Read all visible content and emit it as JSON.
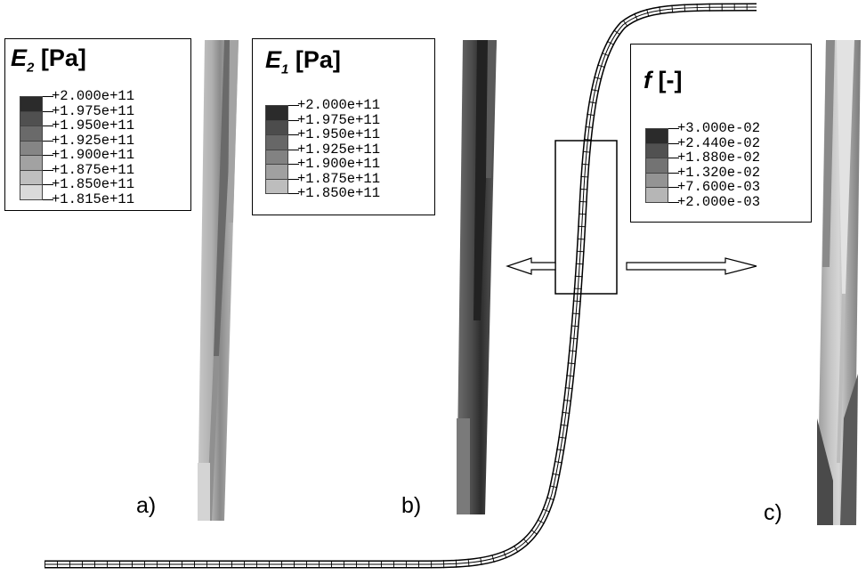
{
  "legends": [
    {
      "id": "e2",
      "symbol": "E",
      "subscript": "2",
      "unit": "[Pa]",
      "values": [
        "+2.000e+11",
        "+1.975e+11",
        "+1.950e+11",
        "+1.925e+11",
        "+1.900e+11",
        "+1.875e+11",
        "+1.850e+11",
        "+1.815e+11"
      ],
      "colors": [
        "#2b2b2b",
        "#505050",
        "#6a6a6a",
        "#858585",
        "#a2a2a2",
        "#bfbfbf",
        "#dadada",
        "#ffffff"
      ]
    },
    {
      "id": "e1",
      "symbol": "E",
      "subscript": "1",
      "unit": "[Pa]",
      "values": [
        "+2.000e+11",
        "+1.975e+11",
        "+1.950e+11",
        "+1.925e+11",
        "+1.900e+11",
        "+1.875e+11",
        "+1.850e+11"
      ],
      "colors": [
        "#2b2b2b",
        "#4c4c4c",
        "#676767",
        "#828282",
        "#a0a0a0",
        "#bdbdbd",
        "#d9d9d9"
      ]
    },
    {
      "id": "f",
      "symbol": "f",
      "subscript": "",
      "unit": "[-]",
      "values": [
        "+3.000e-02",
        "+2.440e-02",
        "+1.880e-02",
        "+1.320e-02",
        "+7.600e-03",
        "+2.000e-03"
      ],
      "colors": [
        "#2b2b2b",
        "#515151",
        "#737373",
        "#949494",
        "#b6b6b6",
        "#d8d8d8"
      ]
    }
  ],
  "panel_labels": [
    "a)",
    "b)",
    "c)"
  ]
}
